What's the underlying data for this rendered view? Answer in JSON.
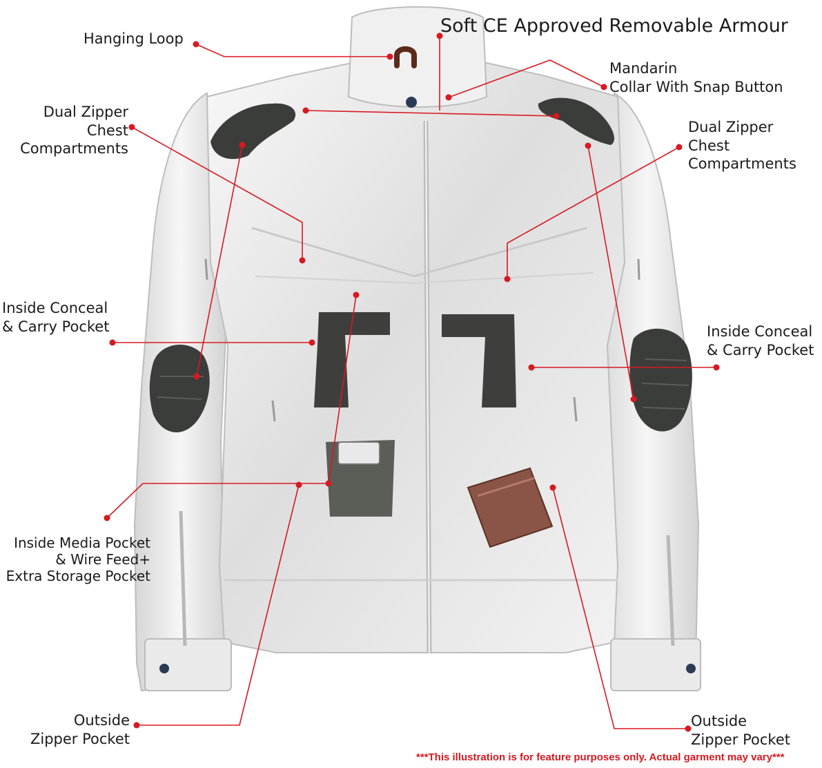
{
  "callouts": {
    "hanging_loop": "Hanging Loop",
    "armour": "Soft CE Approved Removable Armour",
    "mandarin_collar": "Mandarin\nCollar With Snap Button",
    "chest_left": "Dual Zipper\nChest\nCompartments",
    "chest_right": "Dual Zipper\nChest\nCompartments",
    "conceal_left": "Inside Conceal\n& Carry Pocket",
    "conceal_right": "Inside Conceal\n& Carry Pocket",
    "media_pocket": "Inside Media Pocket\n& Wire Feed+\nExtra Storage Pocket",
    "outside_left": "Outside\nZipper Pocket",
    "outside_right": "Outside\nZipper Pocket"
  },
  "disclaimer": "***This illustration is for feature purposes only.  Actual garment may vary***",
  "colors": {
    "leader": "#d71920",
    "jacket": "#eeeeee",
    "armour": "#3b3d3a",
    "wallet": "#8a5446",
    "gun": "#3e3f3d"
  }
}
